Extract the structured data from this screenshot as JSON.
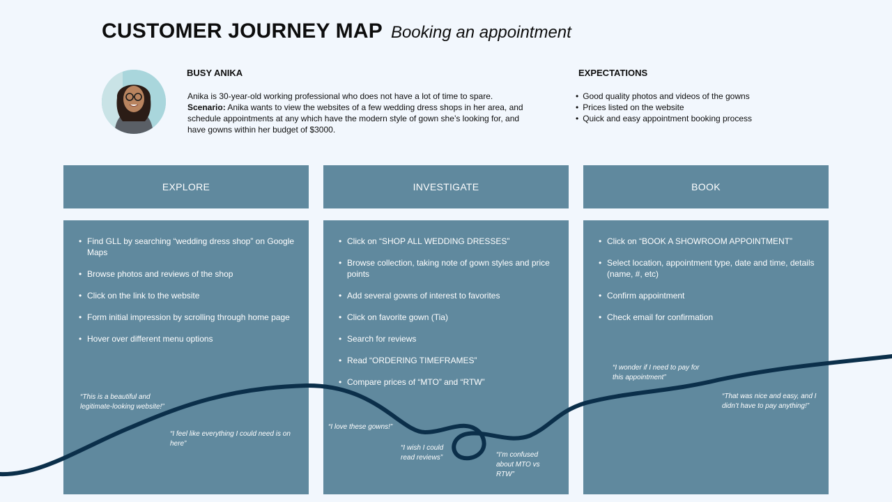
{
  "title": {
    "main": "CUSTOMER JOURNEY MAP",
    "sub": "Booking an appointment"
  },
  "persona": {
    "name": "BUSY ANIKA",
    "intro": "Anika is 30-year-old working professional who does not have a lot of time to spare.",
    "scenario_label": "Scenario:",
    "scenario_text": " Anika wants to view the websites of a few wedding dress shops in her area, and schedule appointments at any which have the modern style of gown she’s looking for, and have gowns within her budget of $3000."
  },
  "expectations": {
    "title": "EXPECTATIONS",
    "items": [
      "Good quality photos and videos of the gowns",
      "Prices listed on the website",
      "Quick and easy appointment booking process"
    ]
  },
  "stages": [
    {
      "name": "EXPLORE",
      "steps": [
        "Find GLL by searching “wedding dress shop” on Google Maps",
        "Browse photos and reviews of the shop",
        "Click on the link to the website",
        "Form initial impression by scrolling through home page",
        "Hover over different menu options"
      ]
    },
    {
      "name": "INVESTIGATE",
      "steps": [
        "Click on “SHOP ALL WEDDING DRESSES”",
        "Browse collection, taking note of gown styles and price points",
        "Add several gowns of interest to favorites",
        "Click on favorite gown (Tia)",
        "Search for reviews",
        "Read “ORDERING TIMEFRAMES”",
        "Compare prices of “MTO” and “RTW”"
      ]
    },
    {
      "name": "BOOK",
      "steps": [
        "Click on “BOOK A SHOWROOM APPOINTMENT”",
        "Select location, appointment type, date and time, details (name, #, etc)",
        "Confirm appointment",
        "Check email for confirmation"
      ]
    }
  ],
  "quotes": [
    "“This is a beautiful and legitimate-looking website!”",
    "“I feel like everything I could need is on here”",
    "“I love these gowns!”",
    "“I wish I could read reviews”",
    "“I’m confused about MTO vs RTW”",
    "“I wonder if I need to pay for this appointment”",
    "“That was nice and easy, and I didn’t have to pay anything!”"
  ],
  "colors": {
    "panel": "#60899e",
    "background": "#f2f7fd",
    "curve": "#0b2f4a"
  },
  "icons": {
    "avatar": "persona-avatar"
  }
}
